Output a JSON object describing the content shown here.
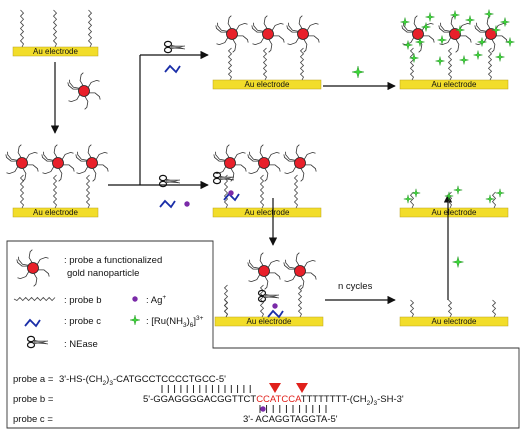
{
  "electrode_label": "Au electrode",
  "arrow_label": "n cycles",
  "legend": {
    "probe_a": ": probe a functionalized",
    "probe_a_2": "gold nanoparticle",
    "probe_b": ": probe b",
    "ag": ": Ag",
    "ag_sup": "+",
    "probe_c": ": probe c",
    "ru_prefix": ": [Ru(NH",
    "ru_sub3": "3",
    "ru_close": ")",
    "ru_sub6": "6",
    "ru_end": "]",
    "ru_sup": "3+",
    "nease": ": NEase"
  },
  "sequences": {
    "a_label": "probe a = ",
    "a_seq_1": "3'-HS-(CH",
    "a_sub": "2",
    "a_seq_2": ")",
    "a_sub2": "3",
    "a_seq_3": "-CATGCCTCCCCTGCC-5'",
    "b_label": "probe b = ",
    "b_seq_1": "5'-GGAGGGGACGGTTCT",
    "b_red_1": "CCAT",
    "b_red_2": "CCA",
    "b_seq_2": "TTTTTTTT-(CH",
    "b_sub": "2",
    "b_seq_3": ")",
    "b_sub2": "3",
    "b_seq_4": "-SH-3'",
    "c_label": "probe c = ",
    "c_seq": "3'- ACAGGTAGGTA-5'"
  },
  "colors": {
    "electrode": "#f2dd2a",
    "electrode_border": "#b9a21a",
    "nanoparticle": "#e8202a",
    "star": "#3dd63a",
    "ag": "#7a2aa8",
    "probe_c": "#1a2ea8",
    "cut_marker": "#e0201b"
  }
}
